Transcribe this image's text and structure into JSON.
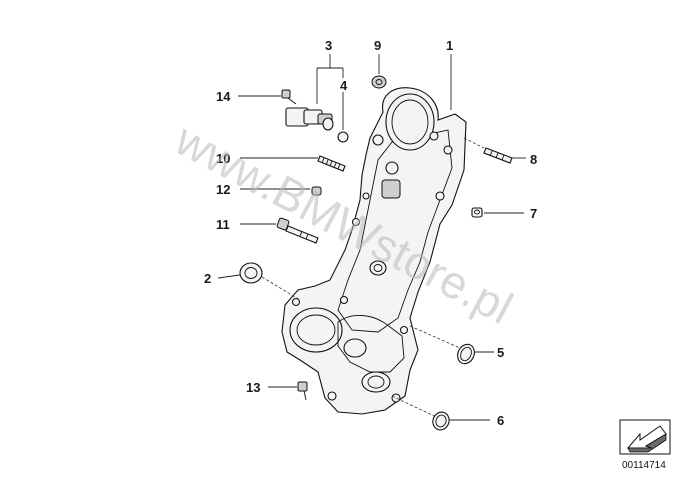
{
  "diagram": {
    "callouts": {
      "c1": "1",
      "c2": "2",
      "c3": "3",
      "c4": "4",
      "c5": "5",
      "c6": "6",
      "c7": "7",
      "c8": "8",
      "c9": "9",
      "c10": "10",
      "c11": "11",
      "c12": "12",
      "c13": "13",
      "c14": "14"
    },
    "watermark": "www.BMWstore.pl",
    "diagram_id": "00114714",
    "corner_icon": "arrow-left-icon"
  }
}
